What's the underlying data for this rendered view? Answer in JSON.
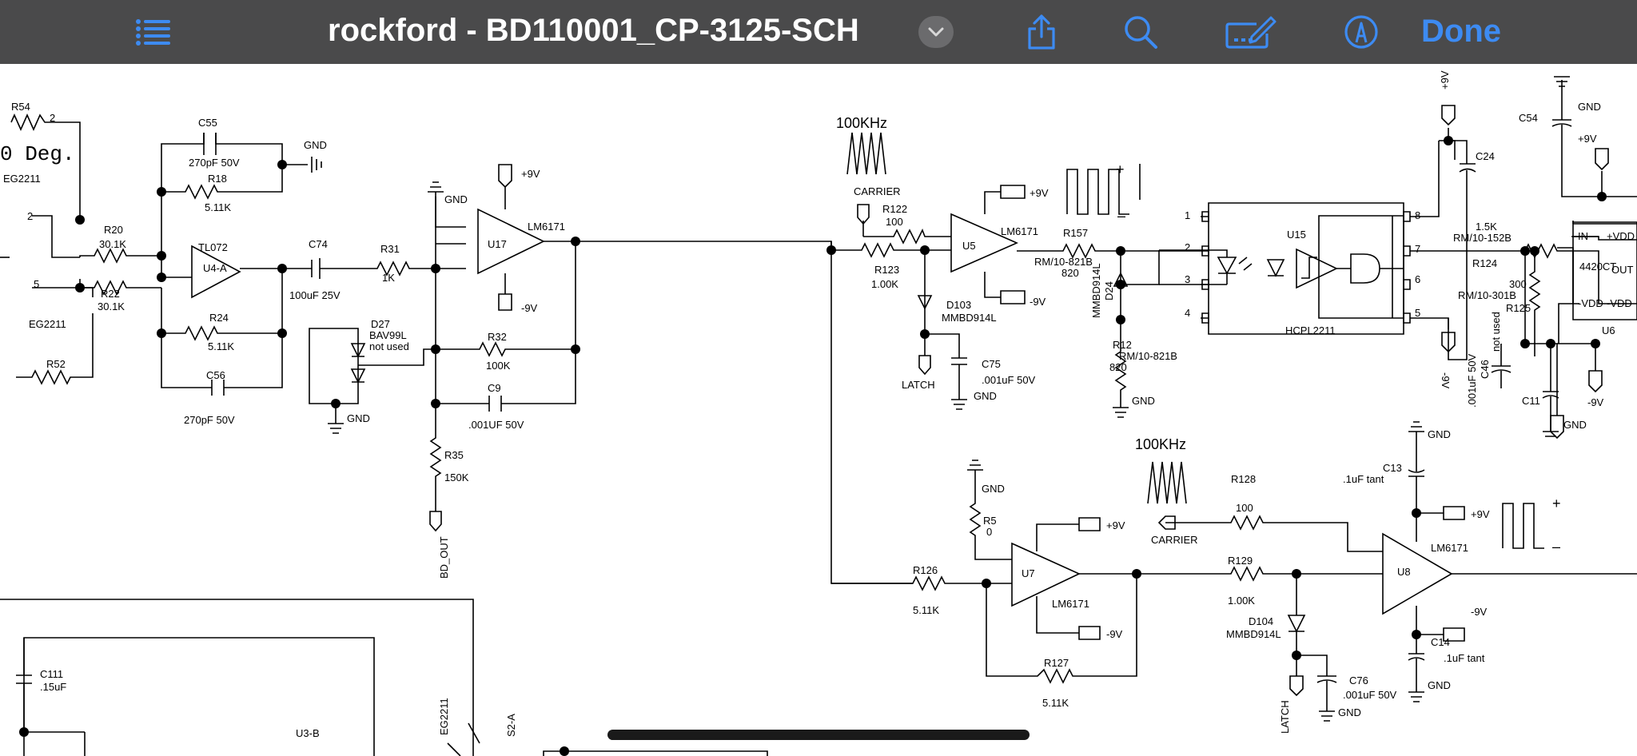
{
  "toolbar": {
    "title": "rockford - BD110001_CP-3125-SCH",
    "done_label": "Done",
    "icons": [
      "list-icon",
      "chevron-down-icon",
      "share-icon",
      "search-icon",
      "markup-icon",
      "pen-circle-icon"
    ],
    "accent": "#3d8bf2",
    "bar_color": "#4a4a4b"
  },
  "schematic": {
    "deg_text": "0 Deg.",
    "freq1": "100KHz",
    "freq2": "100KHz",
    "carrier1": "CARRIER",
    "carrier2": "CARRIER",
    "latch1": "LATCH",
    "latch2": "LATCH",
    "bd_out": "BD_OUT",
    "not_used1": "not used",
    "not_used2": "not used",
    "eg1": "EG2211",
    "eg2": "EG2211",
    "eg3": "EG2211",
    "s2a": "S2-A",
    "u3b": "U3-B",
    "hcpl": "HCPL2211",
    "u6": "U6",
    "chip_4420": "4420CT",
    "chip_in": "IN",
    "chip_vdd": "+VDD",
    "chip_out": "OUT",
    "chip_mvdd": "-VDD",
    "components": {
      "R54": "R54",
      "R52": "R52",
      "R20": "R20",
      "R20v": "30.1K",
      "R22": "R22",
      "R22v": "30.1K",
      "C55": "C55",
      "C55v": "270pF  50V",
      "R18": "R18",
      "R18v": "5.11K",
      "R24": "R24",
      "R24v": "5.11K",
      "C56": "C56",
      "C56v": "270pF  50V",
      "U4": "U4-A",
      "TL072": "TL072",
      "C74": "C74",
      "C74v": "100uF  25V",
      "R31": "R31",
      "R31v": "1K",
      "D27": "D27",
      "D27v": "BAV99L",
      "R32": "R32",
      "R32v": "100K",
      "C9": "C9",
      "C9v": ".001UF  50V",
      "R35": "R35",
      "R35v": "150K",
      "U17": "U17",
      "LM1": "LM6171",
      "R122": "R122",
      "R122v": "100",
      "R123": "R123",
      "R123v": "1.00K",
      "U5": "U5",
      "LM2": "LM6171",
      "D103": "D103",
      "D103v": "MMBD914L",
      "C75": "C75",
      "C75v": ".001uF  50V",
      "R157": "R157",
      "R157v": "RM/10-821B",
      "R157v2": "820",
      "D24": "D24",
      "D24v": "MMBD914L",
      "R12": "R12",
      "R12v": "RM/10-821B",
      "R12v2": "820",
      "U15": "U15",
      "C24": "C24",
      "C54": "C54",
      "R124": "R124",
      "R124v": "RM/10-152B",
      "R124k": "1.5K",
      "R125": "R125",
      "R125v": "RM/10-301B",
      "R125k": "300",
      "C46": "C46",
      "C46v": ".001uF 50V",
      "C11": "C11",
      "R5": "R5",
      "R5v": "0",
      "U7": "U7",
      "LM3": "LM6171",
      "R126": "R126",
      "R126v": "5.11K",
      "R127": "R127",
      "R127v": "5.11K",
      "R128": "R128",
      "R128v": "100",
      "R129": "R129",
      "R129v": "1.00K",
      "D104": "D104",
      "D104v": "MMBD914L",
      "C76": "C76",
      "C76v": ".001uF  50V",
      "C13": "C13",
      "C13v": ".1uF  tant",
      "U8": "U8",
      "LM4": "LM6171",
      "C14": "C14",
      "C14v": ".1uF  tant",
      "C111": "C111",
      "C111v": ".15uF"
    },
    "power": {
      "gnd": "GND",
      "p9v": "+9V",
      "m9v": "-9V"
    }
  }
}
